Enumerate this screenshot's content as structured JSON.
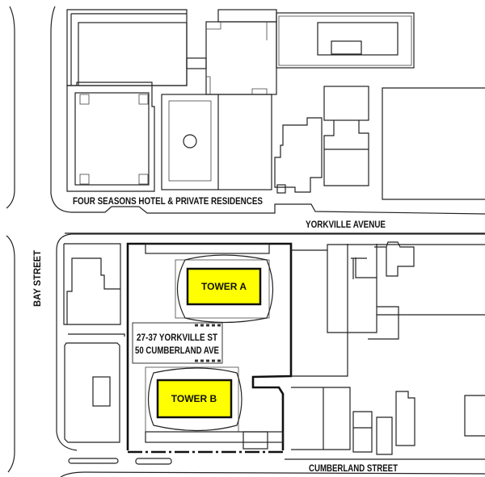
{
  "map": {
    "labels": {
      "hotel": "FOUR SEASONS HOTEL & PRIVATE RESIDENCES",
      "yorkville_avenue": "YORKVILLE AVENUE",
      "bay_street": "BAY STREET",
      "cumberland_street": "CUMBERLAND STREET",
      "site_address_line1": "27-37 YORKVILLE ST",
      "site_address_line2": "50 CUMBERLAND AVE",
      "tower_a": "TOWER A",
      "tower_b": "TOWER B"
    },
    "colors": {
      "tower_fill": "#FFFF00",
      "line": "#222222",
      "background": "#FFFFFF"
    }
  }
}
